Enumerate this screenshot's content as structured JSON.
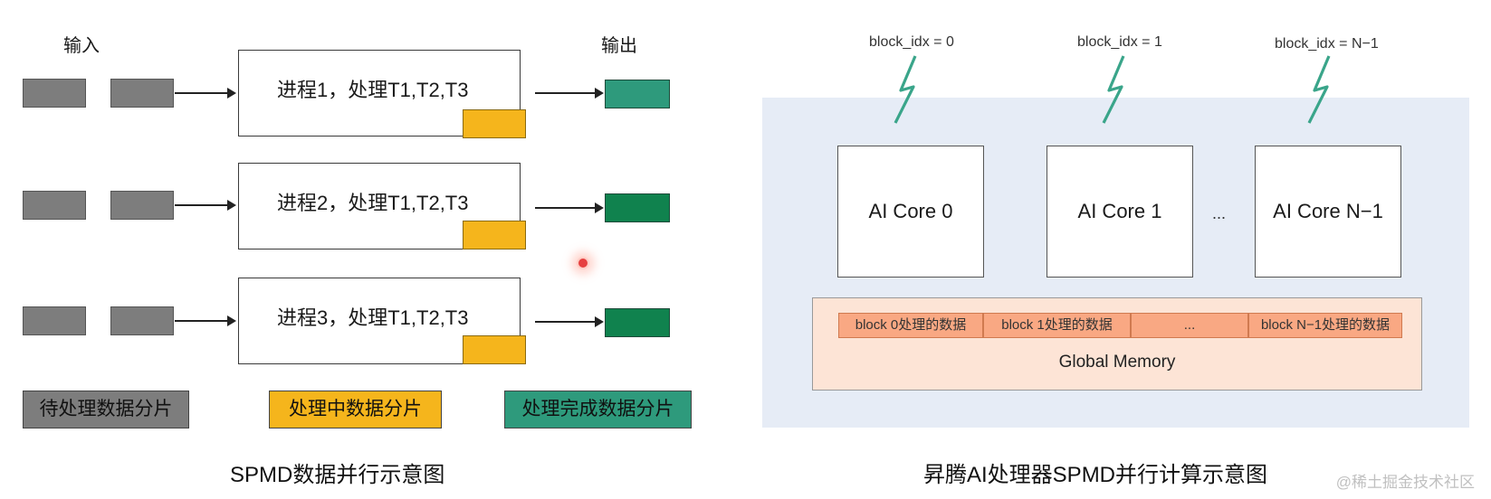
{
  "left": {
    "input_label": "输入",
    "output_label": "输出",
    "processes": [
      {
        "label": "进程1，处理T1,T2,T3",
        "output_color": "#2e9a7c"
      },
      {
        "label": "进程2，处理T1,T2,T3",
        "output_color": "#10824e"
      },
      {
        "label": "进程3，处理T1,T2,T3",
        "output_color": "#10824e"
      }
    ],
    "legend": [
      {
        "label": "待处理数据分片",
        "color": "#7d7d7d"
      },
      {
        "label": "处理中数据分片",
        "color": "#f5b51c"
      },
      {
        "label": "处理完成数据分片",
        "color": "#2e9a7c"
      }
    ],
    "caption": "SPMD数据并行示意图"
  },
  "right": {
    "block_idx": [
      "block_idx = 0",
      "block_idx = 1",
      "block_idx = N−1"
    ],
    "cores": [
      "AI Core 0",
      "AI Core 1",
      "AI Core N−1"
    ],
    "ellipsis": "...",
    "memory_cells": [
      "block 0处理的数据",
      "block 1处理的数据",
      "...",
      "block N−1处理的数据"
    ],
    "memory_label": "Global Memory",
    "caption": "昇腾AI处理器SPMD并行计算示意图"
  },
  "colors": {
    "pending": "#7d7d7d",
    "processing": "#f5b51c",
    "done": "#2e9a7c",
    "panel_bg": "#e6ecf6",
    "memory_bg": "#fde4d6",
    "memory_cell": "#f9a883",
    "signal": "#3aa58a"
  },
  "watermark": "@稀土掘金技术社区"
}
